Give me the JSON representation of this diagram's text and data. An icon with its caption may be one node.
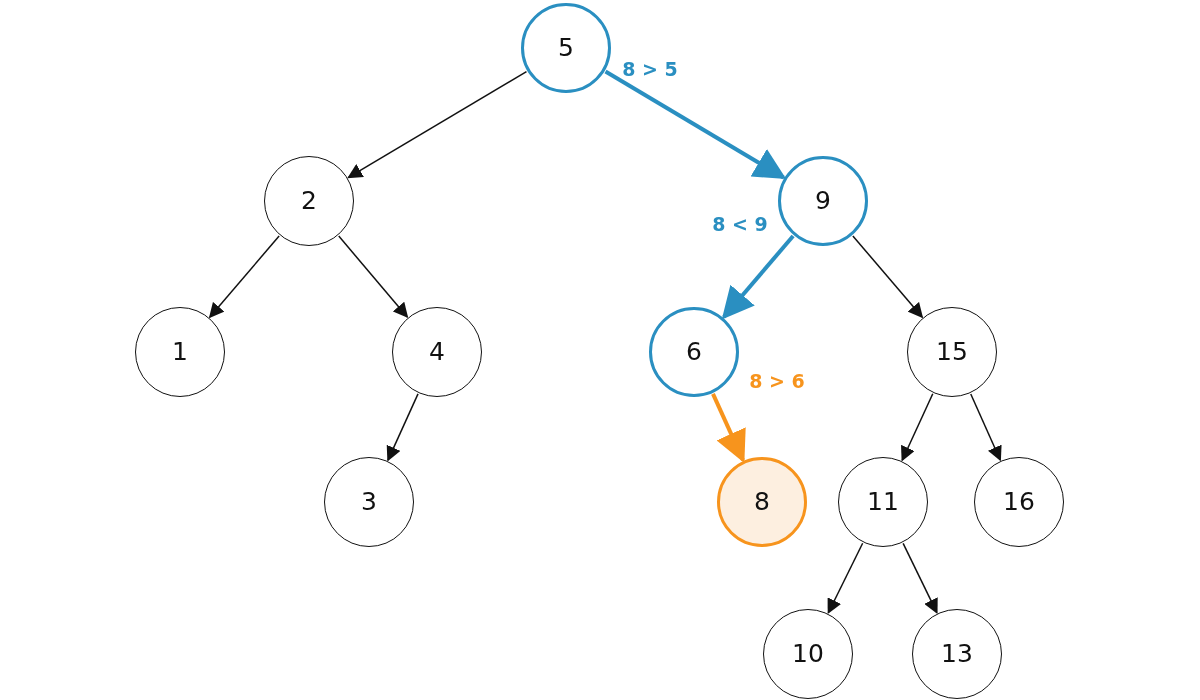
{
  "diagram": {
    "nodes": [
      {
        "text": [
          "5"
        ]
      },
      {
        "text": [
          "2"
        ]
      },
      {
        "text": [
          "9"
        ]
      },
      {
        "text": [
          "1"
        ]
      },
      {
        "text": [
          "4"
        ]
      },
      {
        "text": [
          "6"
        ]
      },
      {
        "text": [
          "15"
        ]
      },
      {
        "text": [
          "3"
        ]
      },
      {
        "text": [
          "8"
        ]
      },
      {
        "text": [
          "11"
        ]
      },
      {
        "text": [
          "16"
        ]
      },
      {
        "text": [
          "10"
        ]
      },
      {
        "text": [
          "13"
        ]
      }
    ],
    "edges": [
      {
        "from": 0,
        "to": 1,
        "arrow": "to"
      },
      {
        "from": 0,
        "to": 2,
        "arrow": "to",
        "label": "8 > 5",
        "style": "thick",
        "color": "#2a8fc1"
      },
      {
        "from": 1,
        "to": 3,
        "arrow": "to"
      },
      {
        "from": 1,
        "to": 4,
        "arrow": "to"
      },
      {
        "from": 2,
        "to": 5,
        "arrow": "to",
        "label": "8 < 9",
        "style": "thick",
        "color": "#2a8fc1"
      },
      {
        "from": 2,
        "to": 6,
        "arrow": "to"
      },
      {
        "from": 4,
        "to": 7,
        "arrow": "to"
      },
      {
        "from": 5,
        "to": 8,
        "arrow": "to",
        "label": "8 > 6",
        "style": "thick",
        "color": "#f7941d"
      },
      {
        "from": 6,
        "to": 9,
        "arrow": "to"
      },
      {
        "from": 6,
        "to": 10,
        "arrow": "to"
      },
      {
        "from": 9,
        "to": 11,
        "arrow": "to"
      },
      {
        "from": 9,
        "to": 12,
        "arrow": "to"
      }
    ]
  }
}
